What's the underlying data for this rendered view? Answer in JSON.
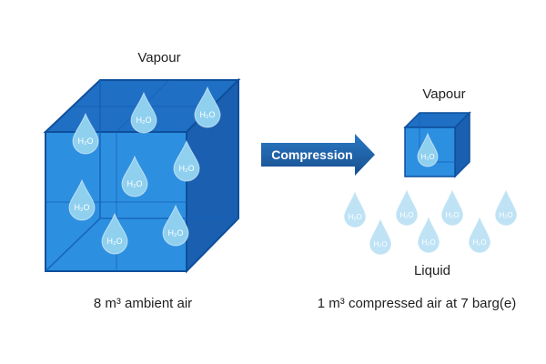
{
  "left": {
    "title": "Vapour",
    "caption": "8 m³ ambient air",
    "drop_label": "H₂O"
  },
  "arrow": {
    "label": "Compression"
  },
  "right": {
    "title": "Vapour",
    "caption": "1 m³ compressed air at 7 barg(e)",
    "liquid_label": "Liquid",
    "drop_label": "H₂O"
  },
  "colors": {
    "cube_front": "#2d8fe0",
    "cube_top": "#1f6fc4",
    "cube_side": "#1a5fb0",
    "edge": "#0d4f9c",
    "drop": "#8fd0ef",
    "drop_light": "#bfe3f5",
    "arrow": "#1b5fa6"
  }
}
